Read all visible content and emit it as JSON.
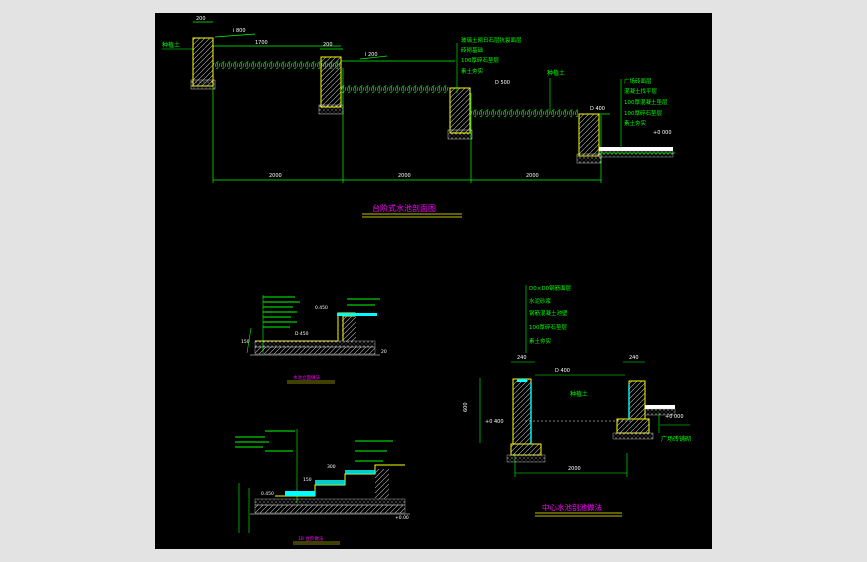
{
  "colors": {
    "background": "#e3e3e3",
    "canvas": "#000000",
    "structure": "#ffff00",
    "annotation": "#00ff00",
    "water": "#00ffff",
    "title": "#ff00ff",
    "hatch": "#cccccc",
    "grass": "#33cc33"
  },
  "top_section": {
    "title": "台阶式水池剖面图",
    "dims": {
      "d200_a": "200",
      "d200_b": "200",
      "slope1": "i 800",
      "slope2": "i 200",
      "d1700": "1700",
      "d500": "D 500",
      "d400": "D 400",
      "d000": "+0 000",
      "span1": "2000",
      "span2": "2000",
      "span3": "2000"
    },
    "label_soil": "种植土",
    "label_soil2": "种植土",
    "layers_middle": [
      "玻璃土砌日石层抗裂面层",
      "砖砌基础",
      "100厚碎石垫层",
      "素土夯实"
    ],
    "layers_right": [
      "广场砖面层",
      "混凝土找平层",
      "100厚混凝土垫层",
      "100厚碎石垫层",
      "素土夯实"
    ]
  },
  "detail_a": {
    "title": "水池立面做法",
    "dims": {
      "d1": "0.450",
      "d2": "D 450",
      "d3": "150",
      "d4": "20"
    }
  },
  "detail_b": {
    "title": "1B 台阶做法",
    "dims": {
      "d1": "0.450",
      "d2": "300",
      "d3": "150",
      "d4": "+0.00"
    }
  },
  "detail_c": {
    "title": "中心水池剖池做法",
    "layers": [
      "D0×D0钢筋面层",
      "水泥砂浆",
      "钢筋混凝土池壁",
      "100厚碎石垫层",
      "素土夯实"
    ],
    "dims": {
      "w240a": "240",
      "w240b": "240",
      "d400": "D 400",
      "d400b": "+0 400",
      "d000": "+0 000",
      "span": "2000",
      "h600": "600"
    },
    "label_soil": "种植土",
    "label_paving": "广场砖铺砌"
  }
}
